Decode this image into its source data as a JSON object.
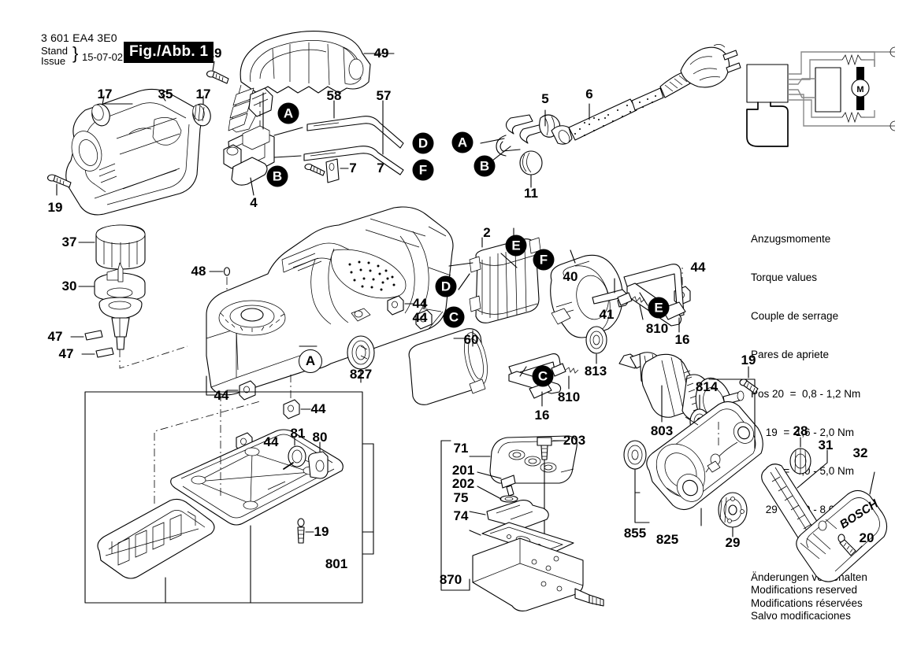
{
  "header": {
    "part_code": "3 601 EA4 3E0",
    "stand_label": "Stand",
    "issue_label": "Issue",
    "brace": "}",
    "date": "15-07-02",
    "figure": "Fig./Abb. 1"
  },
  "torque": {
    "title_de": "Anzugsmomente",
    "title_en": "Torque values",
    "title_fr": "Couple de serrage",
    "title_es": "Pares de apriete",
    "rows": [
      {
        "prefix": "Pos",
        "pos": "20",
        "eq": "=",
        "value": "0,8 - 1,2 Nm"
      },
      {
        "prefix": "",
        "pos": "19",
        "eq": "=",
        "value": "1,6 - 2,0 Nm"
      },
      {
        "prefix": "",
        "pos": "28",
        "eq": "=",
        "value": "4,0 - 5,0 Nm"
      },
      {
        "prefix": "",
        "pos": "29",
        "eq": "=",
        "value": "6,0 - 8,0 Nm"
      }
    ]
  },
  "footer": {
    "de": "Änderungen vorbehalten",
    "en": "Modifications reserved",
    "fr": "Modifications réservées",
    "es": "Salvo modificaciones"
  },
  "wiring": {
    "motor_label": "M"
  },
  "brand": {
    "logo_text": "BOSCH"
  },
  "part_numbers": {
    "n49": "49",
    "n19a": "19",
    "n17a": "17",
    "n35": "35",
    "n17b": "17",
    "n58": "58",
    "n57": "57",
    "n7a": "7",
    "n7b": "7",
    "n4": "4",
    "n19b": "19",
    "n37": "37",
    "n30": "30",
    "n47a": "47",
    "n47b": "47",
    "n48": "48",
    "n5": "5",
    "n6": "6",
    "n11": "11",
    "n2": "2",
    "n40": "40",
    "n41": "41",
    "n60": "60",
    "n16a": "16",
    "n16b": "16",
    "n810a": "810",
    "n810b": "810",
    "n813": "813",
    "n803": "803",
    "n814": "814",
    "n44a": "44",
    "n44b": "44",
    "n44c": "44",
    "n44d": "44",
    "n44e": "44",
    "n44f": "44",
    "n827": "827",
    "n855": "855",
    "n825": "825",
    "n19c": "19",
    "n28": "28",
    "n29": "29",
    "n31": "31",
    "n32": "32",
    "n20": "20",
    "n81": "81",
    "n80": "80",
    "n19d": "19",
    "n801": "801",
    "n71": "71",
    "n201": "201",
    "n202": "202",
    "n75": "75",
    "n74": "74",
    "n203": "203",
    "n870": "870"
  },
  "markers": {
    "a1": "A",
    "b1": "B",
    "d1": "D",
    "f1": "F",
    "a2": "A",
    "b2": "B",
    "e1": "E",
    "f2": "F",
    "d2": "D",
    "c1": "C",
    "c2": "C",
    "e2": "E",
    "a_section": "A"
  }
}
